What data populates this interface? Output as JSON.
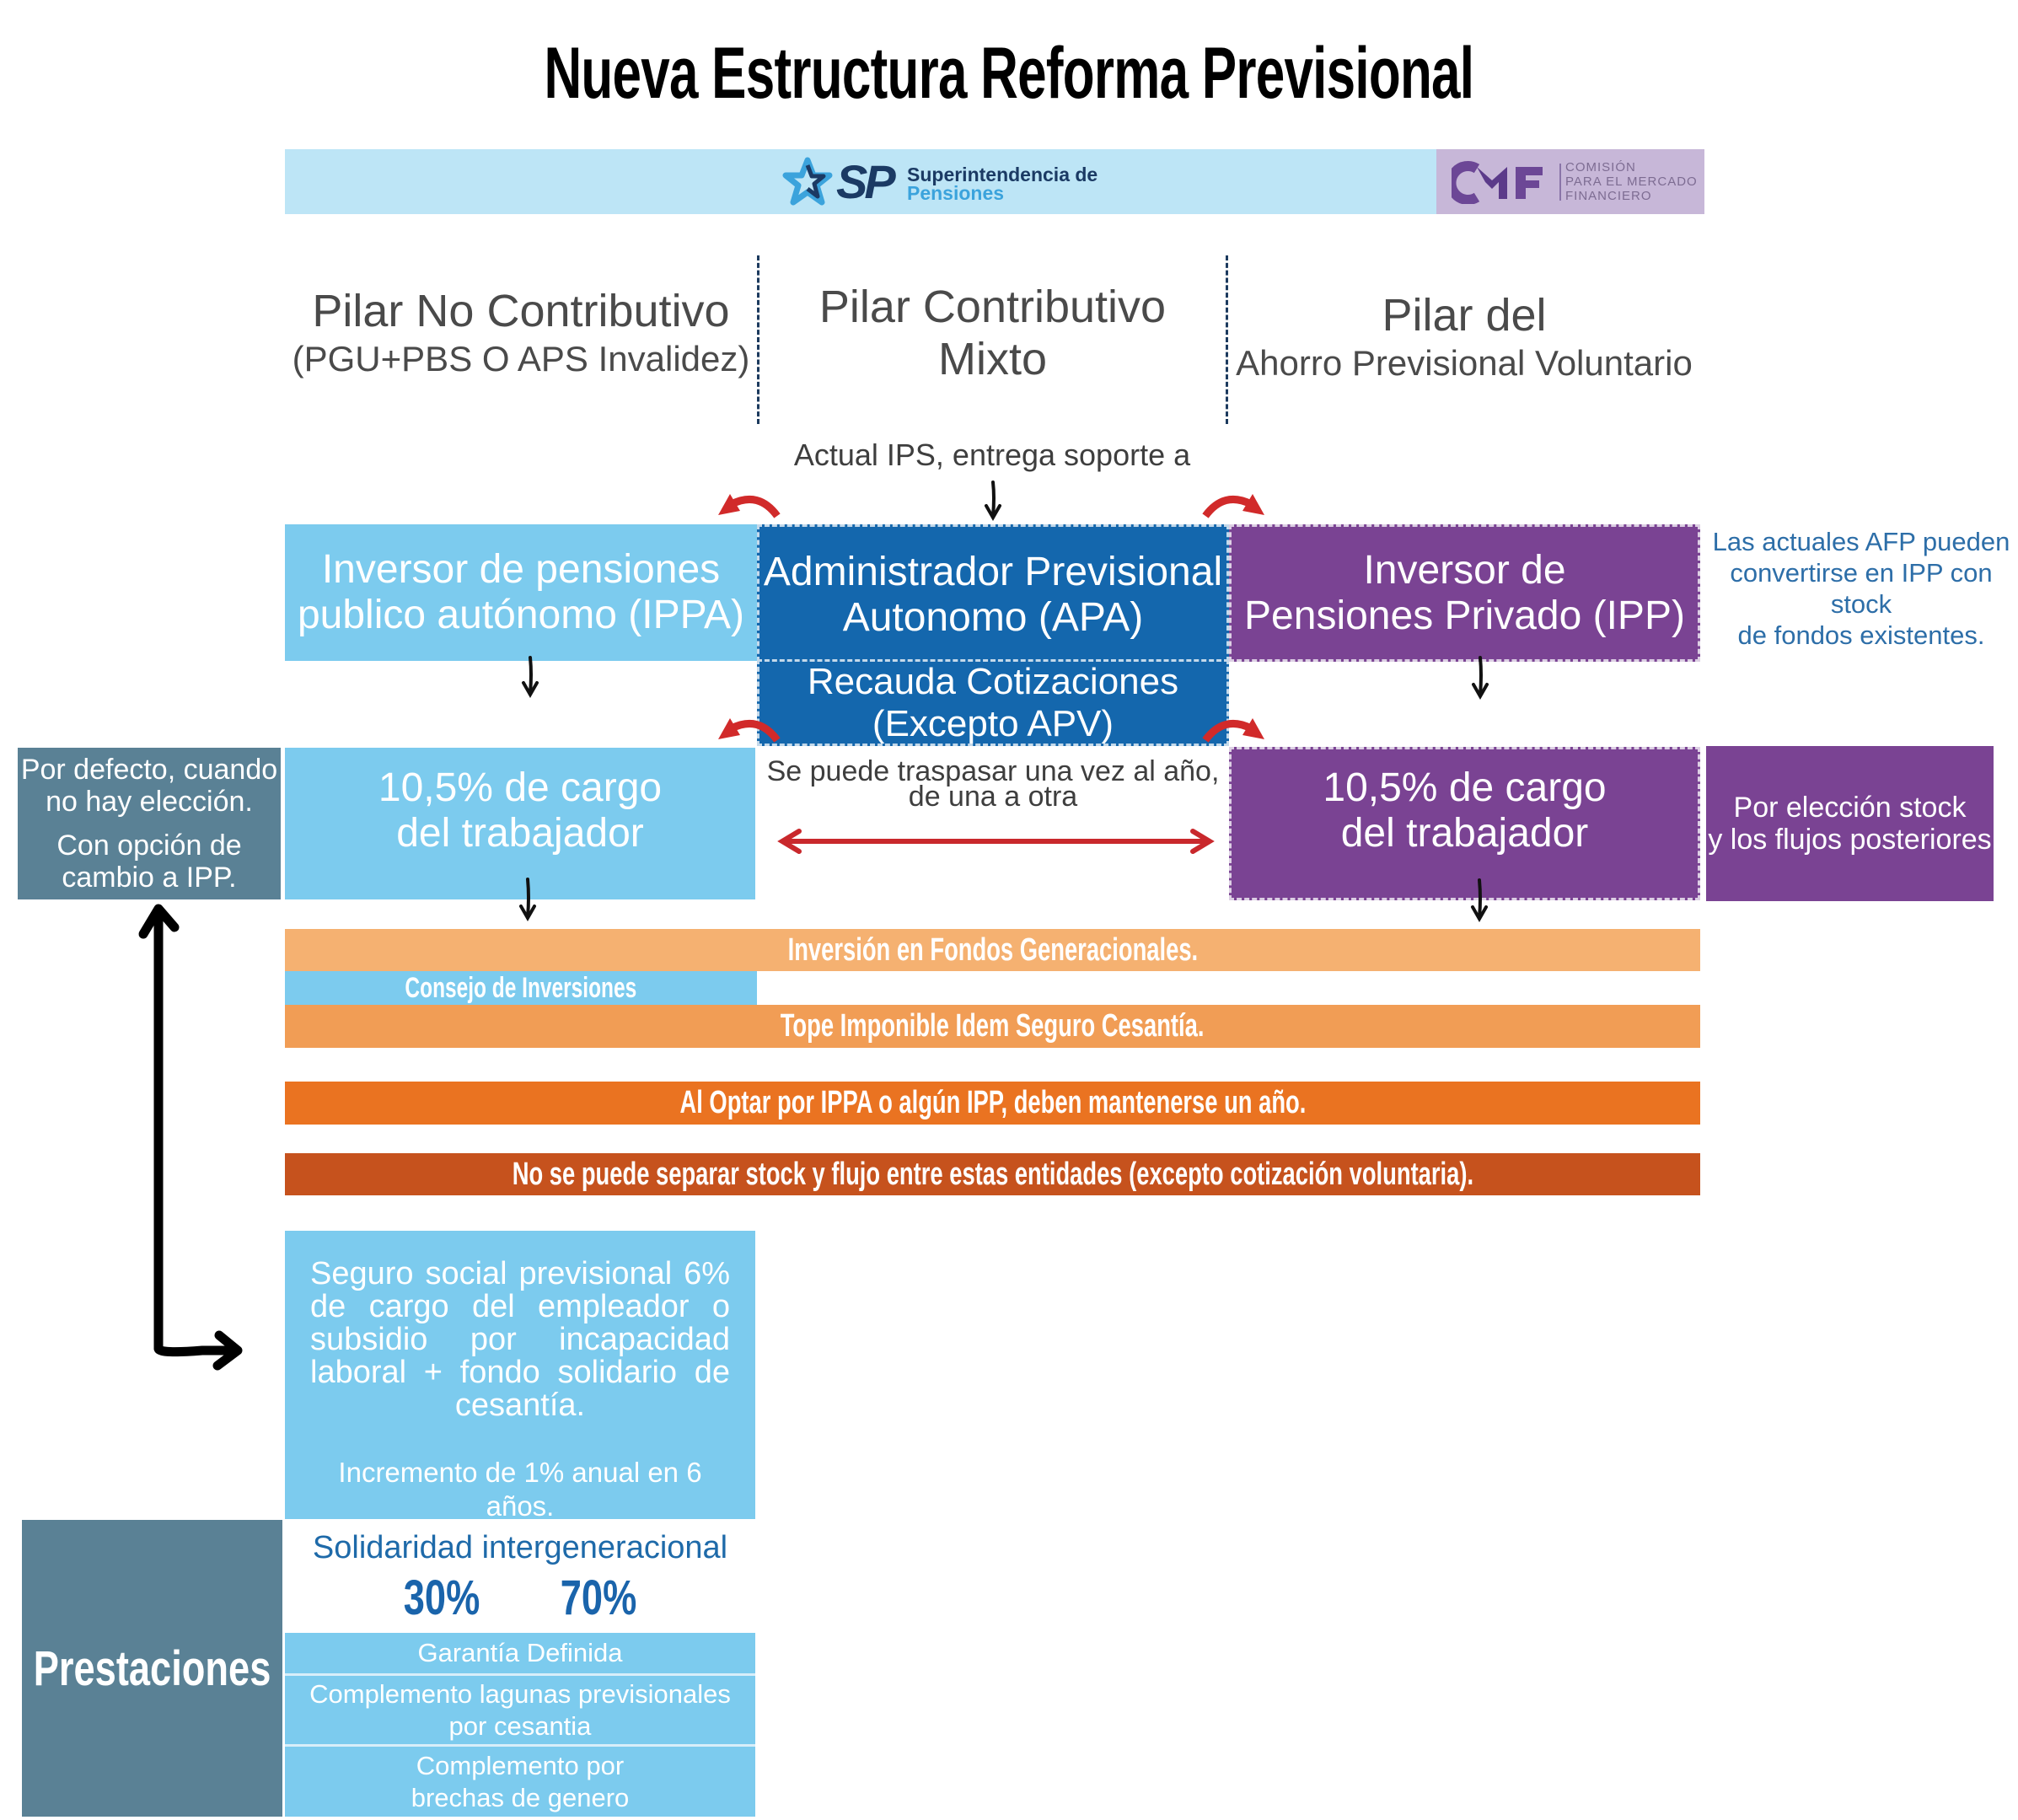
{
  "title": "Nueva Estructura Reforma Previsional",
  "logos": {
    "sp": {
      "mark": "SP",
      "line1": "Superintendencia de",
      "line2": "Pensiones"
    },
    "cmf": {
      "mark": "CMF",
      "line1": "COMISIÓN",
      "line2": "PARA EL MERCADO",
      "line3": "FINANCIERO"
    }
  },
  "pillars": [
    {
      "title": "Pilar No Contributivo",
      "subtitle": "(PGU+PBS O APS Invalidez)"
    },
    {
      "title": "Pilar Contributivo Mixto",
      "subtitle": ""
    },
    {
      "title": "Pilar del",
      "subtitle": "Ahorro Previsional Voluntario"
    }
  ],
  "ips_label": "Actual IPS, entrega soporte a",
  "entities": {
    "ippa": {
      "line1": "Inversor de pensiones",
      "line2": "publico autónomo (IPPA)"
    },
    "apa": {
      "line1": "Administrador Previsional",
      "line2": "Autonomo (APA)"
    },
    "recauda": {
      "line1": "Recauda Cotizaciones",
      "line2": "(Excepto APV)"
    },
    "ipp": {
      "line1": "Inversor de",
      "line2": "Pensiones Privado (IPP)"
    }
  },
  "afp_note": {
    "line1": "Las actuales AFP pueden",
    "line2": "convertirse en IPP con stock",
    "line3": "de fondos existentes."
  },
  "default_note": {
    "line1": "Por defecto, cuando",
    "line2": "no hay elección.",
    "line3": "Con opción de",
    "line4": "cambio a IPP."
  },
  "contribution_public": {
    "line1": "10,5% de cargo",
    "line2": "del trabajador"
  },
  "transfer_note": {
    "line1": "Se puede traspasar una vez al año,",
    "line2": "de una a otra"
  },
  "contribution_private": {
    "line1": "10,5% de cargo",
    "line2": "del trabajador"
  },
  "choice_note": {
    "line1": "Por elección stock",
    "line2": "y los flujos posteriores"
  },
  "bands": {
    "fondos": "Inversión en Fondos Generacionales.",
    "consejo": "Consejo de Inversiones",
    "tope": "Tope Imponible Idem Seguro Cesantía.",
    "optar": "Al Optar por IPPA o algún IPP, deben mantenerse un año.",
    "separar": "No se puede separar stock y flujo entre estas entidades (excepto cotización voluntaria)."
  },
  "seguro": {
    "text": "Seguro social previsional 6% de cargo del empleador o subsidio por incapacidad laboral + fondo solidario de cesantía.",
    "increment": "Incremento de 1% anual en 6 años."
  },
  "prestaciones": {
    "label": "Prestaciones",
    "solidaridad": "Solidaridad intergeneracional",
    "pct_left": "30%",
    "pct_right": "70%",
    "items": [
      {
        "line1": "Garantía Definida",
        "line2": ""
      },
      {
        "line1": "Complemento lagunas previsionales",
        "line2": "por cesantia"
      },
      {
        "line1": "Complemento por",
        "line2": "brechas de genero"
      }
    ]
  },
  "colors": {
    "light_blue": "#7ccbee",
    "dark_blue": "#1467ad",
    "purple": "#7a4393",
    "slate": "#5a8195",
    "orange_light": "#f5b171",
    "orange_mid": "#f19d55",
    "orange_strong": "#ea7321",
    "orange_dark": "#c6521d",
    "red_arrow": "#d12a2a",
    "logo_bar": "#bde5f6",
    "cmf_bg": "#c7b7d8"
  }
}
